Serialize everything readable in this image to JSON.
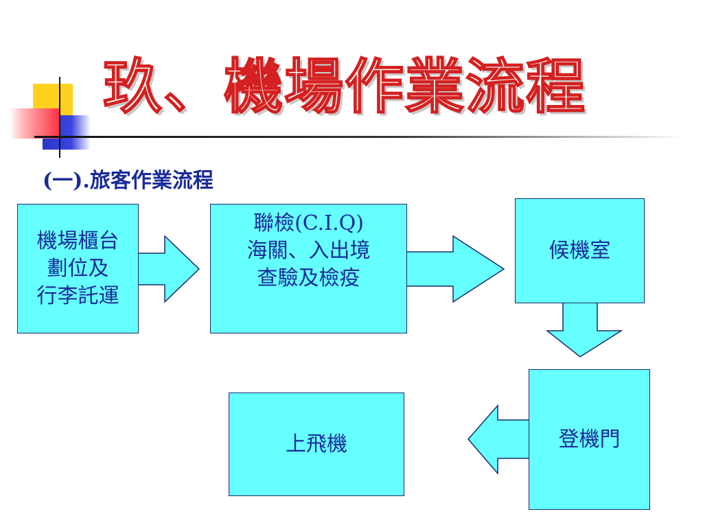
{
  "title": "玖、機場作業流程",
  "subtitle": "(一).旅客作業流程",
  "colors": {
    "box_fill": "#66ffff",
    "box_border": "#1a2a6a",
    "text": "#1a2a9a",
    "title_outline": "#d42020"
  },
  "flow": {
    "checkin": {
      "lines": [
        "機場櫃台",
        "劃位及",
        "行李託運"
      ]
    },
    "ciq": {
      "lines": [
        "聯檢(C.I.Q)",
        "海關、入出境",
        "查驗及檢疫"
      ]
    },
    "waiting_room": {
      "label": "候機室"
    },
    "boarding_gate": {
      "label": "登機門"
    },
    "board_plane": {
      "label": "上飛機"
    }
  }
}
